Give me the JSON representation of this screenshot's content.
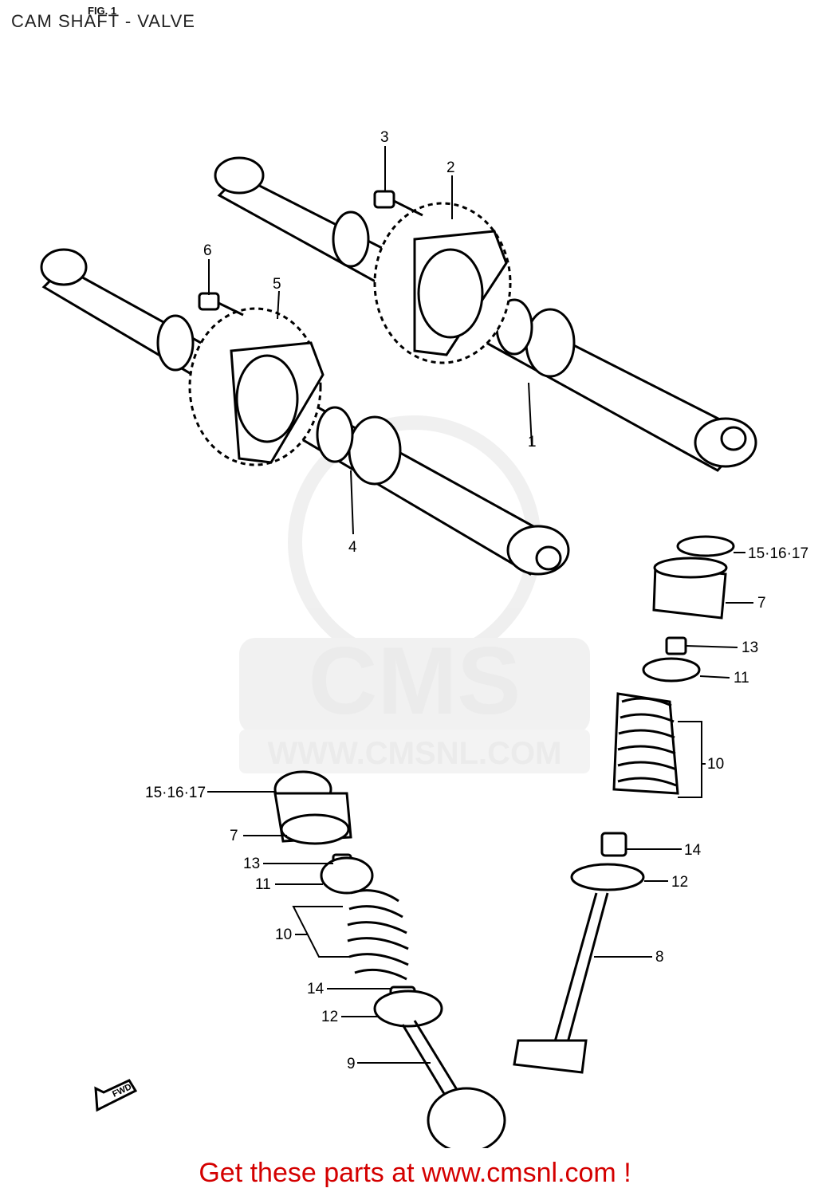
{
  "header": {
    "title": "CAM SHAFT - VALVE",
    "fig": "FIG. 1"
  },
  "watermark": {
    "brand": "CMS",
    "url": "WWW.CMSNL.COM"
  },
  "fwd_label": "FWD",
  "callouts": {
    "c1": "1",
    "c2": "2",
    "c3": "3",
    "c4": "4",
    "c5": "5",
    "c6": "6",
    "c7a": "7",
    "c7b": "7",
    "c8": "8",
    "c9": "9",
    "c10a": "10",
    "c10b": "10",
    "c11a": "11",
    "c11b": "11",
    "c12a": "12",
    "c12b": "12",
    "c13a": "13",
    "c13b": "13",
    "c14a": "14",
    "c14b": "14",
    "c15a": "15·16·17",
    "c15b": "15·16·17"
  },
  "footer": {
    "text": "Get these parts at www.cmsnl.com !"
  },
  "colors": {
    "footer": "#d40000",
    "watermark": "#e9e9e9",
    "line": "#000000"
  }
}
